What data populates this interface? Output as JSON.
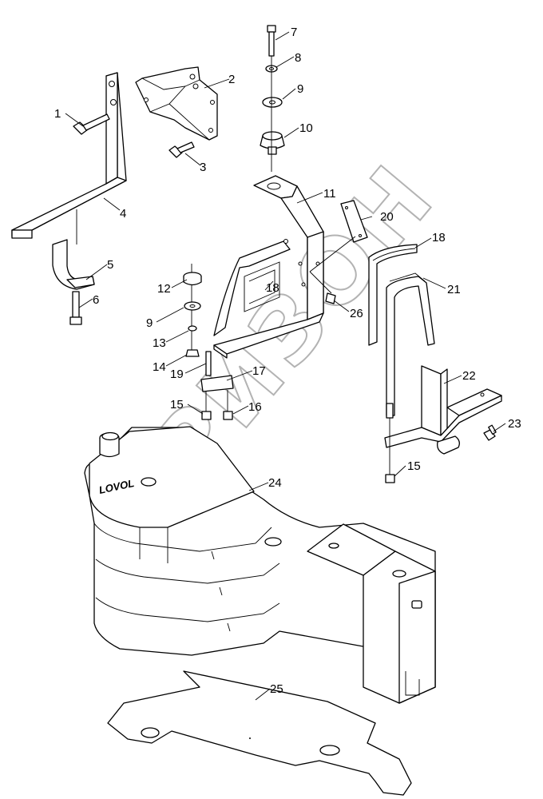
{
  "diagram": {
    "watermark": "ФРИЗОН",
    "tank_logo": "LOVOL",
    "callouts": [
      {
        "id": "1",
        "label": "1"
      },
      {
        "id": "2",
        "label": "2"
      },
      {
        "id": "3",
        "label": "3"
      },
      {
        "id": "4",
        "label": "4"
      },
      {
        "id": "5",
        "label": "5"
      },
      {
        "id": "6",
        "label": "6"
      },
      {
        "id": "7",
        "label": "7"
      },
      {
        "id": "8",
        "label": "8"
      },
      {
        "id": "9a",
        "label": "9"
      },
      {
        "id": "9b",
        "label": "9"
      },
      {
        "id": "10",
        "label": "10"
      },
      {
        "id": "11",
        "label": "11"
      },
      {
        "id": "12",
        "label": "12"
      },
      {
        "id": "13",
        "label": "13"
      },
      {
        "id": "14",
        "label": "14"
      },
      {
        "id": "15a",
        "label": "15"
      },
      {
        "id": "15b",
        "label": "15"
      },
      {
        "id": "16",
        "label": "16"
      },
      {
        "id": "17",
        "label": "17"
      },
      {
        "id": "18a",
        "label": "18"
      },
      {
        "id": "18b",
        "label": "18"
      },
      {
        "id": "19",
        "label": "19"
      },
      {
        "id": "20",
        "label": "20"
      },
      {
        "id": "21",
        "label": "21"
      },
      {
        "id": "22",
        "label": "22"
      },
      {
        "id": "23",
        "label": "23"
      },
      {
        "id": "24",
        "label": "24"
      },
      {
        "id": "25",
        "label": "25"
      },
      {
        "id": "26",
        "label": "26"
      }
    ]
  }
}
